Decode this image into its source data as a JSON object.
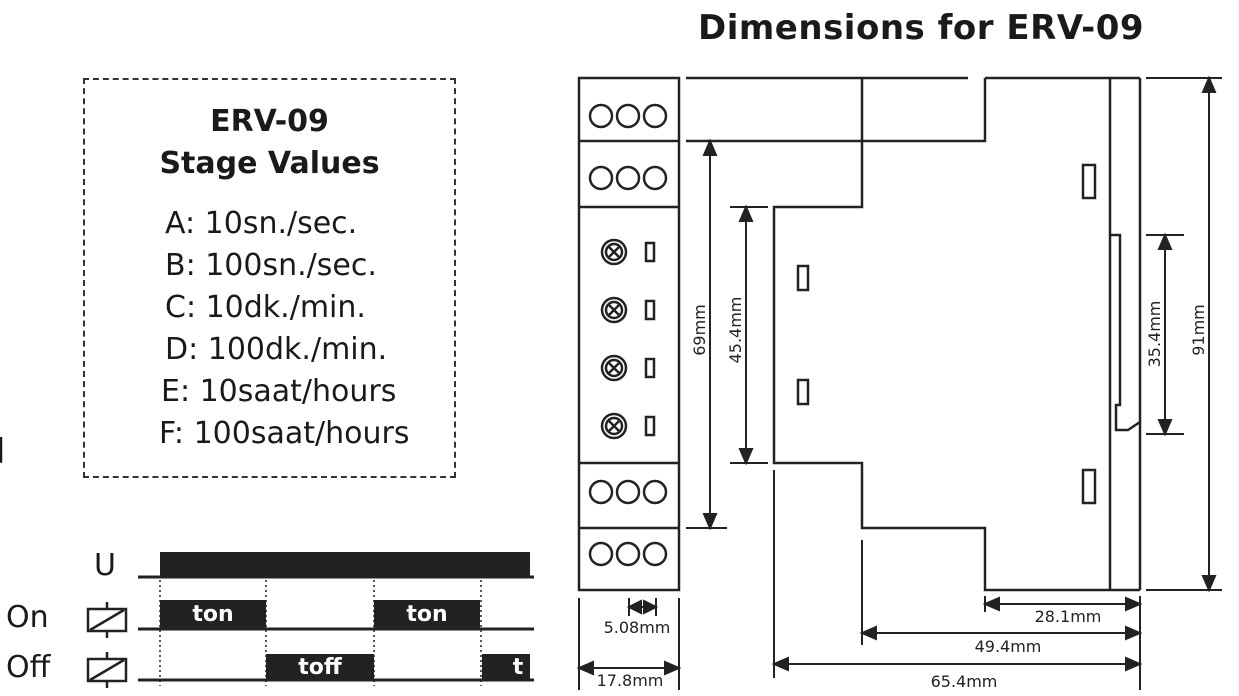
{
  "title": "Dimensions for ERV-09",
  "stage_box": {
    "title_line1": "ERV-09",
    "title_line2": "Stage Values",
    "values": [
      "A: 10sn./sec.",
      "B: 100sn./sec.",
      "C: 10dk./min.",
      "D: 100dk./min.",
      "E: 10saat/hours",
      "F: 100saat/hours"
    ]
  },
  "cropped_edge_text": "l",
  "timing": {
    "row_labels": {
      "u": "U",
      "on": "On",
      "off": "Off"
    },
    "on_segments": [
      "ton",
      "ton"
    ],
    "off_segments": [
      "toff",
      "t"
    ]
  },
  "dimensions": {
    "height_69": "69mm",
    "height_45_4": "45.4mm",
    "height_35_4": "35.4mm",
    "height_91": "91mm",
    "width_5_08": "5.08mm",
    "width_17_8": "17.8mm",
    "width_28_1": "28.1mm",
    "width_49_4": "49.4mm",
    "width_65_4": "65.4mm"
  }
}
